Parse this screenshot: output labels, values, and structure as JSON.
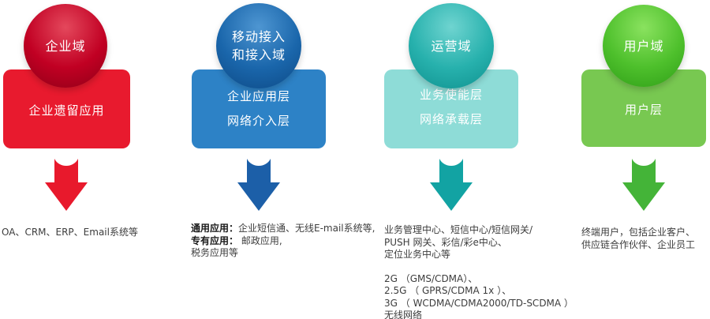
{
  "diagram": {
    "columns": [
      {
        "id": "enterprise-domain",
        "circle": [
          "企业域"
        ],
        "box": [
          "企业遗留应用"
        ],
        "desc": [
          {
            "bold": "",
            "text": "OA、CRM、ERP、Email系统等"
          }
        ],
        "colors": {
          "sphere": "#c10023",
          "box": "#e81a2e",
          "arrow": "#e8192c"
        }
      },
      {
        "id": "mobile-access-domain",
        "circle": [
          "移动接入",
          "和接入域"
        ],
        "box": [
          "企业应用层",
          "网络介入层"
        ],
        "desc": [
          {
            "bold": "通用应用：",
            "text": "企业短信通、无线E-mail系统等,"
          },
          {
            "bold": "专有应用：",
            "text": " 邮政应用,"
          },
          {
            "bold": "",
            "text": "税务应用等"
          }
        ],
        "colors": {
          "sphere": "#1a66ab",
          "box": "#2d82c6",
          "arrow": "#1c5fa8"
        }
      },
      {
        "id": "operation-domain",
        "circle": [
          "运营域"
        ],
        "box": [
          "业务使能层",
          "网络承载层"
        ],
        "desc": [
          {
            "bold": "",
            "text": "业务管理中心、短信中心/短信网关/"
          },
          {
            "bold": "",
            "text": "PUSH 网关、彩信/彩e中心、"
          },
          {
            "bold": "",
            "text": "定位业务中心等"
          },
          {
            "bold": "",
            "text": ""
          },
          {
            "bold": "",
            "text": "2G （GMS/CDMA）、"
          },
          {
            "bold": "",
            "text": "2.5G （ GPRS/CDMA 1x ）、"
          },
          {
            "bold": "",
            "text": "3G （ WCDMA/CDMA2000/TD-SCDMA ）"
          },
          {
            "bold": "",
            "text": "无线网络"
          }
        ],
        "colors": {
          "sphere": "#27b1ad",
          "box": "#8edcd7",
          "arrow": "#12a3a3"
        }
      },
      {
        "id": "user-domain",
        "circle": [
          "用户域"
        ],
        "box": [
          "用户层"
        ],
        "desc": [
          {
            "bold": "",
            "text": "终端用户，包括企业客户、"
          },
          {
            "bold": "",
            "text": "供应链合作伙伴、企业员工"
          }
        ],
        "colors": {
          "sphere": "#4ec02c",
          "box": "#78c851",
          "arrow": "#44b438"
        }
      }
    ]
  }
}
